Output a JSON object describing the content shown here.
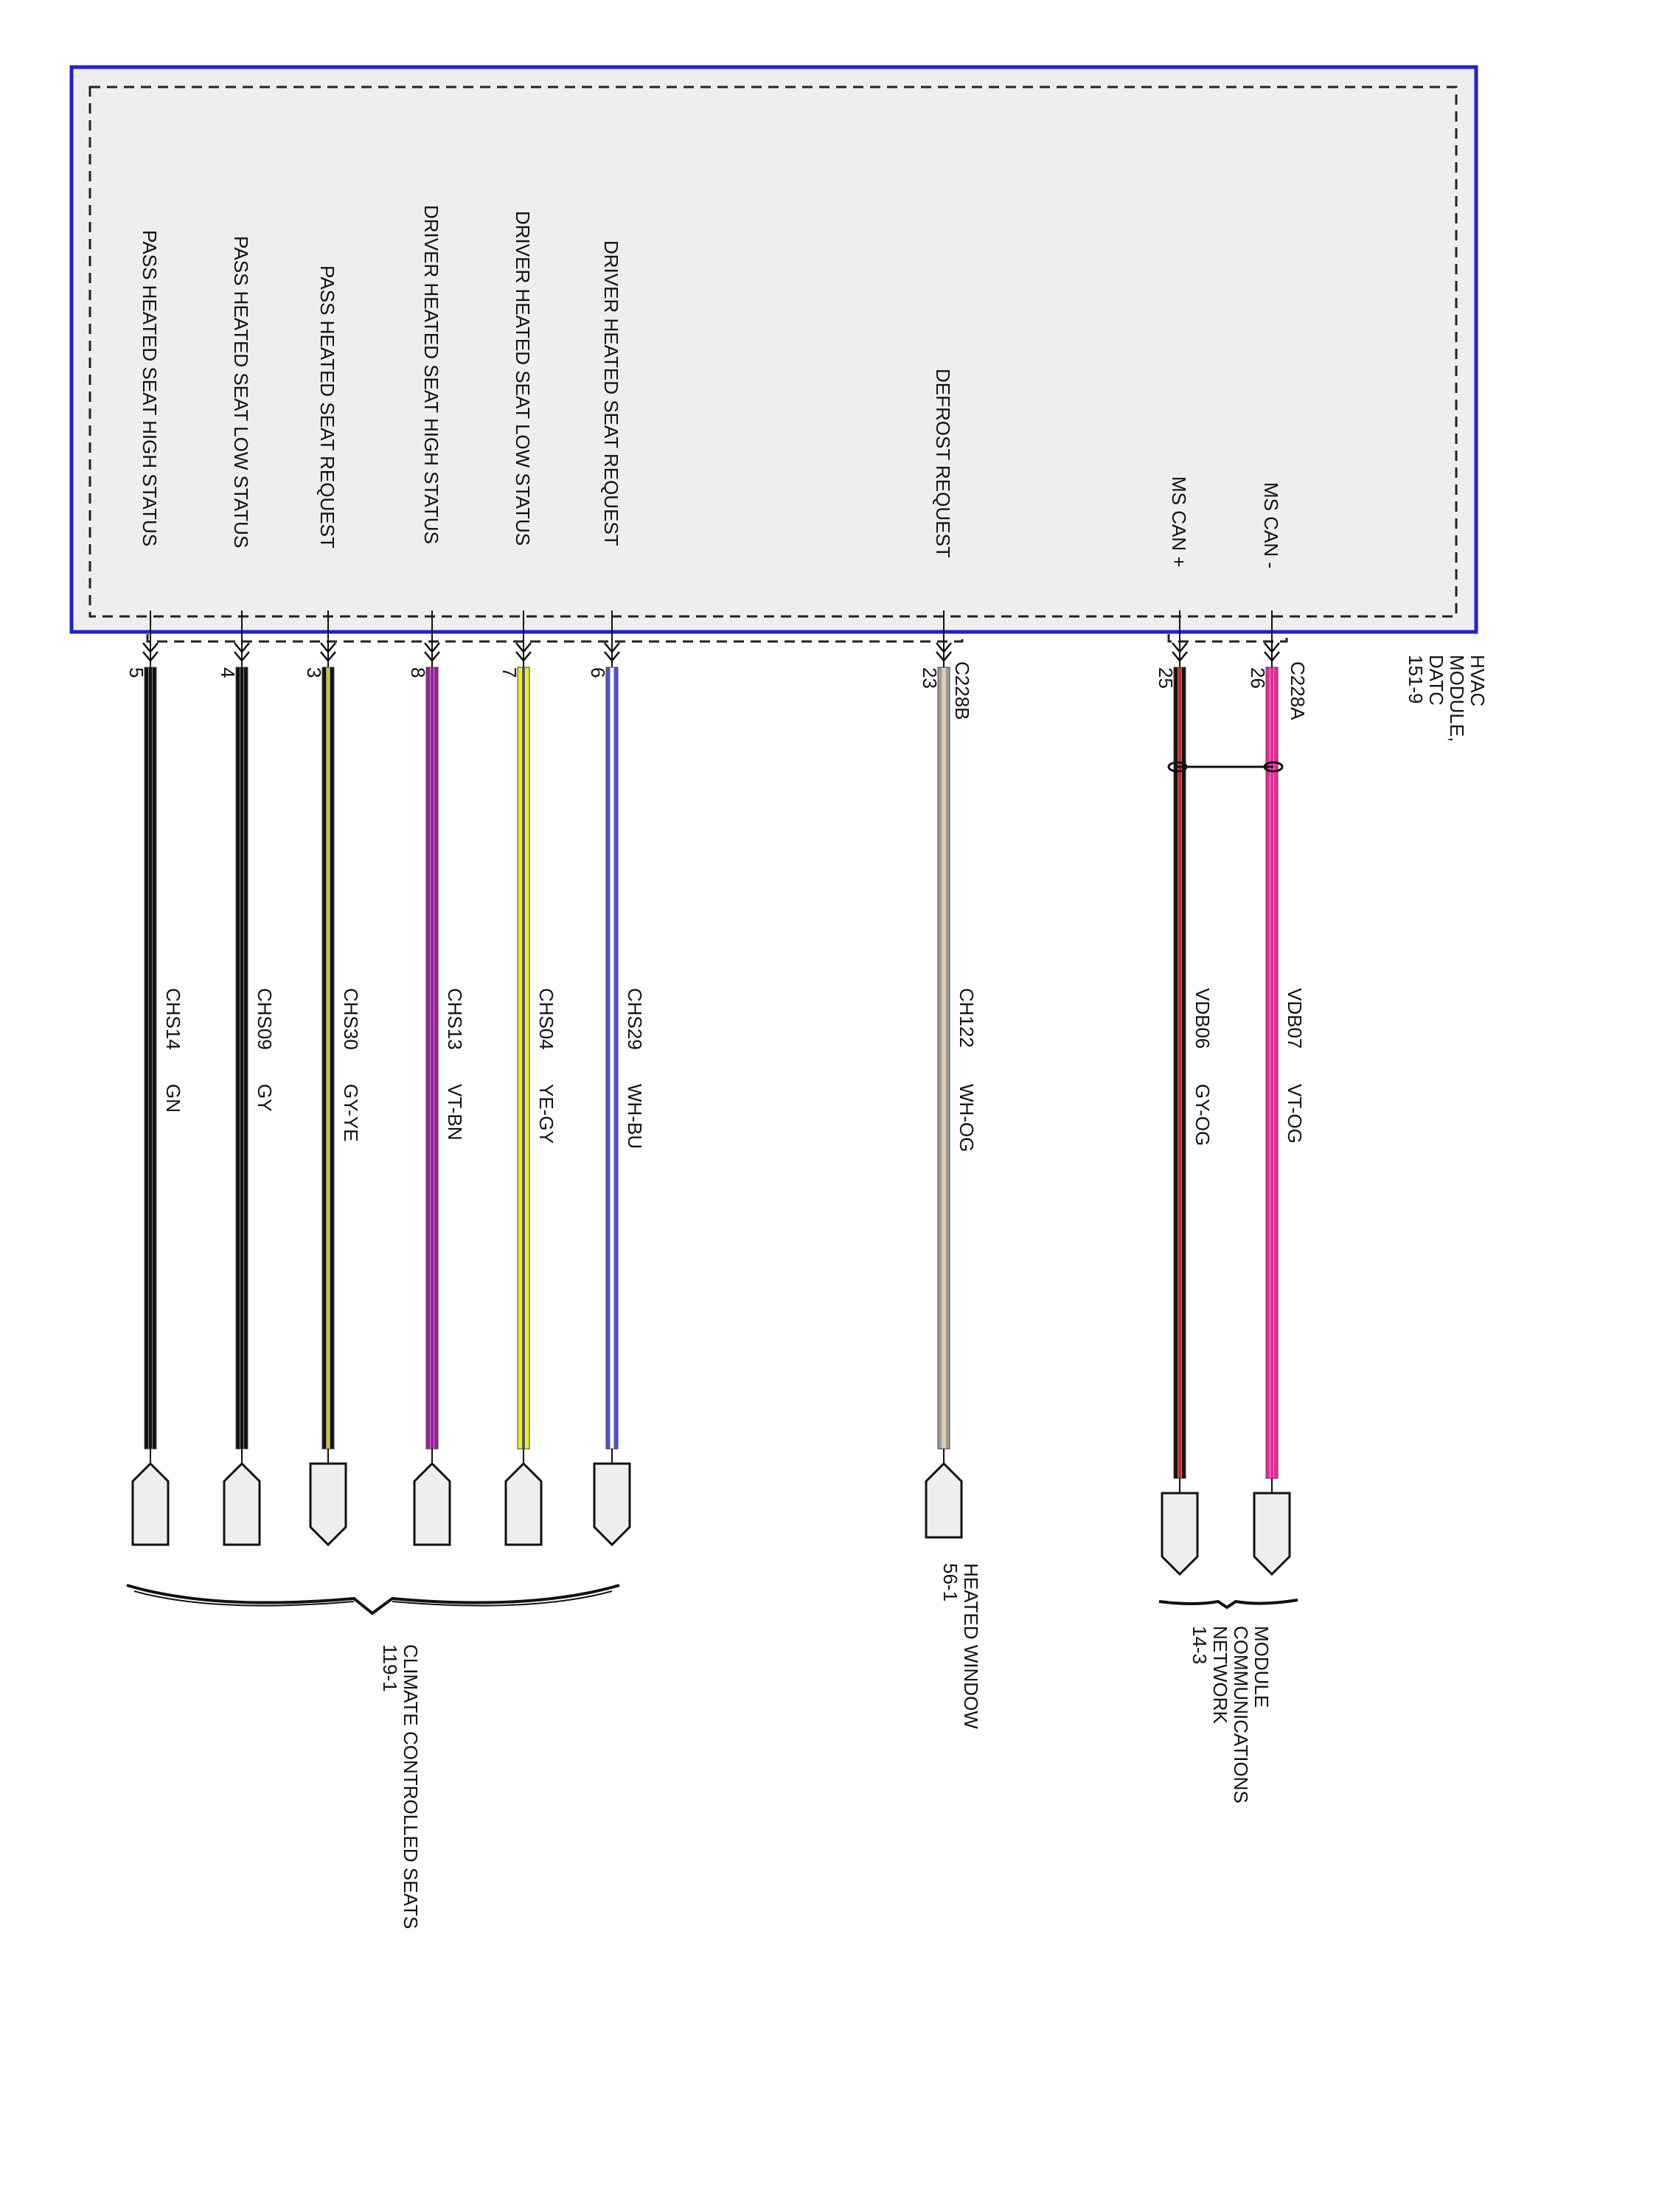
{
  "module": {
    "name_lines": [
      "HVAC",
      "MODULE,",
      "DATC"
    ],
    "ref": "151-9",
    "connectors": [
      "C228B",
      "C228A"
    ]
  },
  "signals": [
    {
      "label": "PASS HEATED SEAT HIGH STATUS",
      "pin": "5",
      "circuit": "CHS14",
      "color_code": "GN",
      "stripes": [
        "#111111",
        "#111111",
        "#111111"
      ]
    },
    {
      "label": "PASS HEATED SEAT LOW STATUS",
      "pin": "4",
      "circuit": "CHS09",
      "color_code": "GY",
      "stripes": [
        "#111111",
        "#111111",
        "#111111"
      ]
    },
    {
      "label": "PASS HEATED SEAT REQUEST",
      "pin": "3",
      "circuit": "CHS30",
      "color_code": "GY-YE",
      "stripes": [
        "#111111",
        "#d4c21a",
        "#111111"
      ]
    },
    {
      "label": "DRIVER HEATED SEAT HIGH STATUS",
      "pin": "8",
      "circuit": "CHS13",
      "color_code": "VT-BN",
      "stripes": [
        "#9b1d9b",
        "#9b1d9b",
        "#9b1d9b"
      ]
    },
    {
      "label": "DRIVER HEATED SEAT LOW STATUS",
      "pin": "7",
      "circuit": "CHS04",
      "color_code": "YE-GY",
      "stripes": [
        "#e9e92a",
        "#555555",
        "#e9e92a"
      ]
    },
    {
      "label": "DRIVER HEATED SEAT REQUEST",
      "pin": "6",
      "circuit": "CHS29",
      "color_code": "WH-BU",
      "stripes": [
        "#5050d0",
        "#ffffff",
        "#5050d0"
      ]
    },
    {
      "label": "DEFROST REQUEST",
      "pin": "23",
      "circuit": "CH122",
      "color_code": "WH-OG",
      "stripes": [
        "#9a9a9a",
        "#e8c9a0",
        "#9a9a9a"
      ]
    },
    {
      "label": "MS CAN +",
      "pin": "25",
      "circuit": "VDB06",
      "color_code": "GY-OG",
      "stripes": [
        "#111111",
        "#cc2a1a",
        "#111111"
      ]
    },
    {
      "label": "MS CAN -",
      "pin": "26",
      "circuit": "VDB07",
      "color_code": "VT-OG",
      "stripes": [
        "#e62a9a",
        "#e62a9a",
        "#e62a9a"
      ]
    }
  ],
  "destinations": [
    {
      "lines": [
        "CLIMATE CONTROLLED SEATS",
        "119-1"
      ]
    },
    {
      "lines": [
        "HEATED WINDOW",
        "56-1"
      ]
    },
    {
      "lines": [
        "MODULE",
        "COMMUNICATIONS",
        "NETWORK",
        "14-3"
      ]
    }
  ]
}
